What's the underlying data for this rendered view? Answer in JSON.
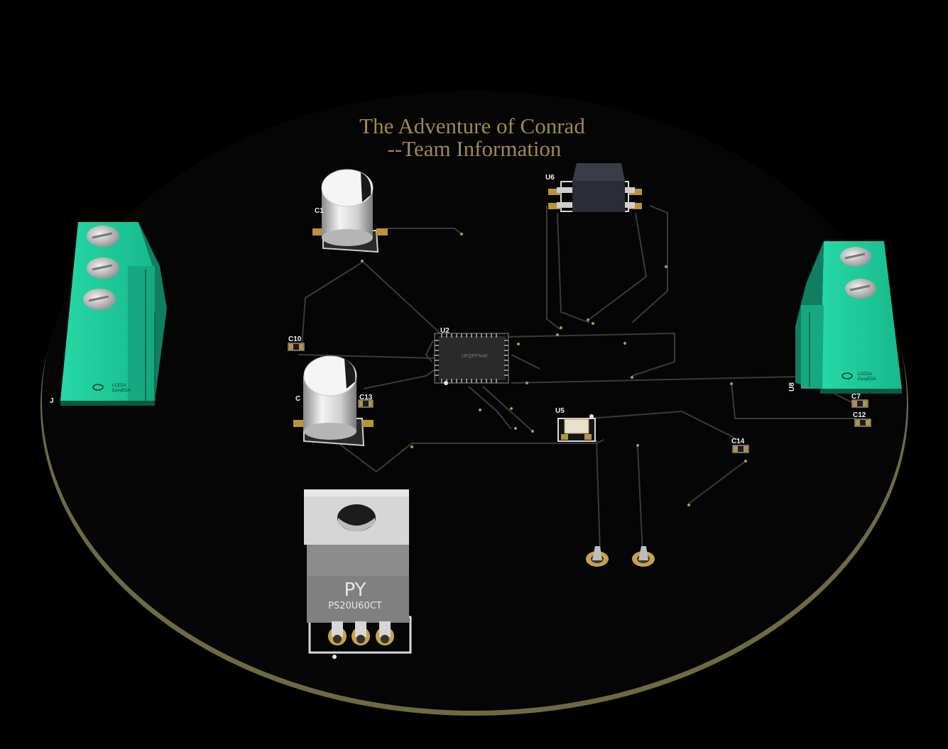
{
  "board": {
    "title_line1": "The Adventure of Conrad",
    "title_line2": "--Team Information",
    "colors": {
      "substrate": "#050505",
      "edge": "#7a7448",
      "silkscreen": "#a08a4a",
      "terminal": "#1fcf9e",
      "pad": "#b8943a"
    }
  },
  "designators": {
    "u2": "U2",
    "u6": "U6",
    "u5": "U5",
    "u8": "U8",
    "c10": "C10",
    "c13": "C13",
    "c7": "C7",
    "c12": "C12",
    "c14": "C14",
    "c_top": "C1",
    "c_mid": "C",
    "j_left": "J"
  },
  "mcu": {
    "marking": "UFQFPN48"
  },
  "regulator": {
    "logo": "PY",
    "part": "PS20U60CT"
  },
  "terminal_logo": {
    "line1": "LCEDA",
    "line2": "EasyEDA",
    "icon": "cloud-icon"
  }
}
